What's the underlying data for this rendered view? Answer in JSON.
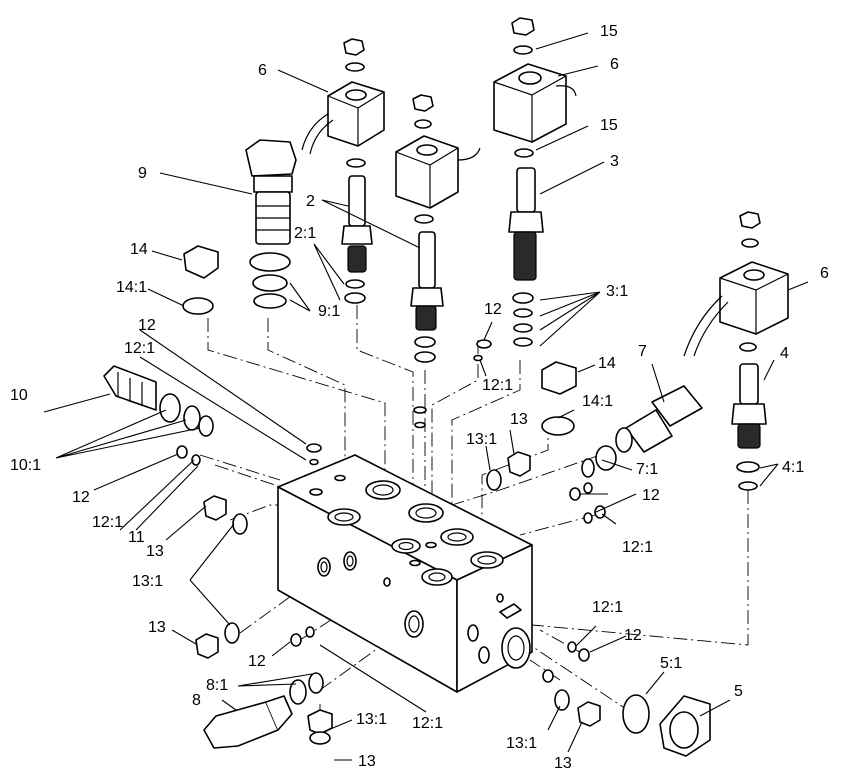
{
  "callouts": [
    {
      "id": "c-15a",
      "text": "15"
    },
    {
      "id": "c-6a",
      "text": "6"
    },
    {
      "id": "c-6b",
      "text": "6"
    },
    {
      "id": "c-15b",
      "text": "15"
    },
    {
      "id": "c-3",
      "text": "3"
    },
    {
      "id": "c-9",
      "text": "9"
    },
    {
      "id": "c-2",
      "text": "2"
    },
    {
      "id": "c-2-1",
      "text": "2:1"
    },
    {
      "id": "c-14a",
      "text": "14"
    },
    {
      "id": "c-14-1a",
      "text": "14:1"
    },
    {
      "id": "c-9-1",
      "text": "9:1"
    },
    {
      "id": "c-12a",
      "text": "12"
    },
    {
      "id": "c-3-1",
      "text": "3:1"
    },
    {
      "id": "c-6c",
      "text": "6"
    },
    {
      "id": "c-12b",
      "text": "12"
    },
    {
      "id": "c-12-1a",
      "text": "12:1"
    },
    {
      "id": "c-7",
      "text": "7"
    },
    {
      "id": "c-4",
      "text": "4"
    },
    {
      "id": "c-12-1b",
      "text": "12:1"
    },
    {
      "id": "c-14b",
      "text": "14"
    },
    {
      "id": "c-10",
      "text": "10"
    },
    {
      "id": "c-14-1b",
      "text": "14:1"
    },
    {
      "id": "c-13a",
      "text": "13"
    },
    {
      "id": "c-13-1a",
      "text": "13:1"
    },
    {
      "id": "c-10-1",
      "text": "10:1"
    },
    {
      "id": "c-7-1",
      "text": "7:1"
    },
    {
      "id": "c-4-1",
      "text": "4:1"
    },
    {
      "id": "c-12c",
      "text": "12"
    },
    {
      "id": "c-12d",
      "text": "12"
    },
    {
      "id": "c-12-1c",
      "text": "12:1"
    },
    {
      "id": "c-11",
      "text": "11"
    },
    {
      "id": "c-12-1d",
      "text": "12:1"
    },
    {
      "id": "c-13b",
      "text": "13"
    },
    {
      "id": "c-13-1b",
      "text": "13:1"
    },
    {
      "id": "c-12-1e",
      "text": "12:1"
    },
    {
      "id": "c-13c",
      "text": "13"
    },
    {
      "id": "c-12e",
      "text": "12"
    },
    {
      "id": "c-12f",
      "text": "12"
    },
    {
      "id": "c-5-1",
      "text": "5:1"
    },
    {
      "id": "c-8-1",
      "text": "8:1"
    },
    {
      "id": "c-5",
      "text": "5"
    },
    {
      "id": "c-8",
      "text": "8"
    },
    {
      "id": "c-12-1f",
      "text": "12:1"
    },
    {
      "id": "c-13-1c",
      "text": "13:1"
    },
    {
      "id": "c-13-1d",
      "text": "13:1"
    },
    {
      "id": "c-13d",
      "text": "13"
    },
    {
      "id": "c-13e",
      "text": "13"
    }
  ]
}
